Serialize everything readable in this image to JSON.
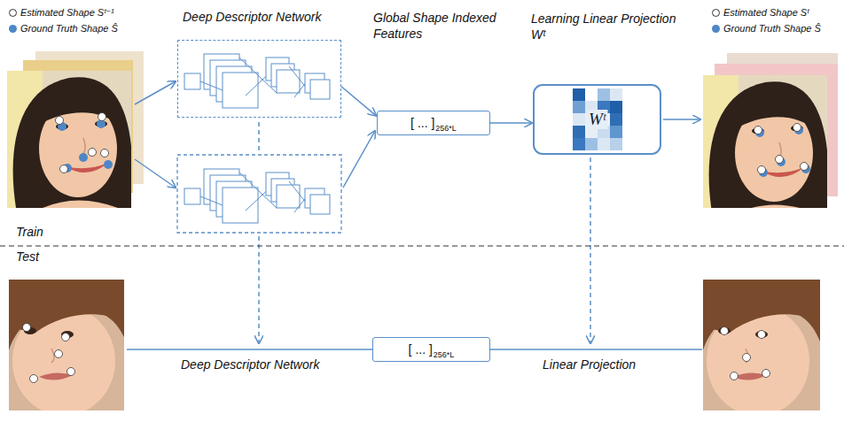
{
  "diagram": {
    "nodes": [
      {
        "text": [
          "Deep Descriptor Network"
        ]
      },
      {
        "text": [
          "Global Shape Indexed Features",
          "[ ... ]",
          "256*L"
        ]
      },
      {
        "text": [
          "Learning Linear Projection Wᵗ",
          "Wᵗ"
        ]
      },
      {
        "text": [
          "[ ... ]",
          "256*L"
        ]
      }
    ],
    "edges": [
      {
        "from": 0,
        "to": 1,
        "arrow": "to"
      },
      {
        "from": 1,
        "to": 2,
        "arrow": "to"
      }
    ],
    "labels": [
      "Train",
      "Test",
      "Deep Descriptor Network",
      "Linear Projection"
    ],
    "legend": [
      {
        "text": "Estimated Shape Sᵗ⁻¹"
      },
      {
        "text": "Ground Truth Shape Ŝ",
        "color": "#4f86c6"
      },
      {
        "text": "Estimated Shape Sᵗ"
      },
      {
        "text": "Ground Truth Shape Ŝ",
        "color": "#4f86c6"
      }
    ]
  }
}
